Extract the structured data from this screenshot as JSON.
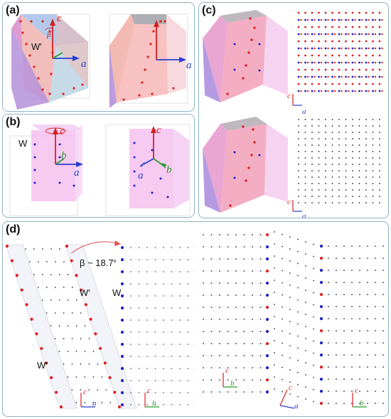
{
  "panels": {
    "a": {
      "label": "(a)"
    },
    "b": {
      "label": "(b)"
    },
    "c": {
      "label": "(c)"
    },
    "d": {
      "label": "(d)"
    }
  },
  "axes": {
    "a": "a",
    "b": "b",
    "c": "c"
  },
  "annotations": {
    "beta_symbol": "β",
    "beta_angle": "β ~ 18.7",
    "degree": "o",
    "w": "W",
    "w_prime": "W′"
  },
  "colors": {
    "c_axis": "#d42020",
    "a_axis": "#2a3fd0",
    "b_axis": "#2a9a2a",
    "red_atom": "#e02020",
    "blue_atom": "#2020c8",
    "panel_border": "#8fb3c4"
  }
}
